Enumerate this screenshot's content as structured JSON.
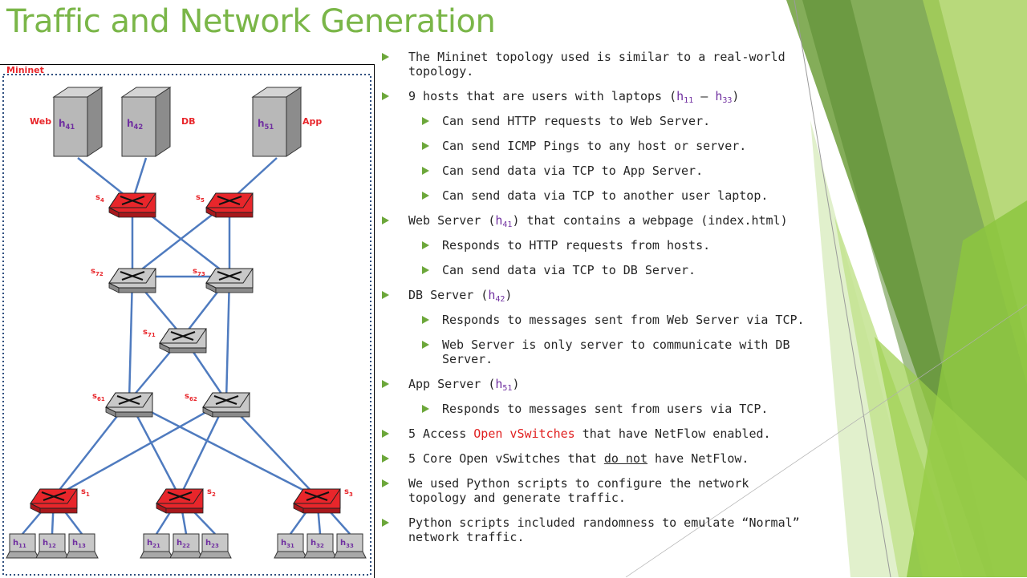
{
  "title": "Traffic and Network Generation",
  "diagram": {
    "frame_label": "Mininet",
    "servers": [
      {
        "id": "h41",
        "base": "h",
        "sub": "41",
        "role": "Web"
      },
      {
        "id": "h42",
        "base": "h",
        "sub": "42",
        "role": "DB"
      },
      {
        "id": "h51",
        "base": "h",
        "sub": "51",
        "role": "App"
      }
    ],
    "switches": [
      {
        "id": "s4",
        "sub": "4",
        "type": "access"
      },
      {
        "id": "s5",
        "sub": "5",
        "type": "access"
      },
      {
        "id": "s72",
        "sub": "72",
        "type": "core"
      },
      {
        "id": "s73",
        "sub": "73",
        "type": "core"
      },
      {
        "id": "s71",
        "sub": "71",
        "type": "core"
      },
      {
        "id": "s61",
        "sub": "61",
        "type": "core"
      },
      {
        "id": "s62",
        "sub": "62",
        "type": "core"
      },
      {
        "id": "s1",
        "sub": "1",
        "type": "access"
      },
      {
        "id": "s2",
        "sub": "2",
        "type": "access"
      },
      {
        "id": "s3",
        "sub": "3",
        "type": "access"
      }
    ],
    "hosts": [
      {
        "id": "h11",
        "sub": "11"
      },
      {
        "id": "h12",
        "sub": "12"
      },
      {
        "id": "h13",
        "sub": "13"
      },
      {
        "id": "h21",
        "sub": "21"
      },
      {
        "id": "h22",
        "sub": "22"
      },
      {
        "id": "h23",
        "sub": "23"
      },
      {
        "id": "h31",
        "sub": "31"
      },
      {
        "id": "h32",
        "sub": "32"
      },
      {
        "id": "h33",
        "sub": "33"
      }
    ],
    "links": [
      [
        "h41",
        "s4"
      ],
      [
        "h42",
        "s4"
      ],
      [
        "h51",
        "s5"
      ],
      [
        "s4",
        "s72"
      ],
      [
        "s4",
        "s73"
      ],
      [
        "s5",
        "s72"
      ],
      [
        "s5",
        "s73"
      ],
      [
        "s72",
        "s73"
      ],
      [
        "s72",
        "s71"
      ],
      [
        "s73",
        "s71"
      ],
      [
        "s72",
        "s61"
      ],
      [
        "s73",
        "s62"
      ],
      [
        "s71",
        "s61"
      ],
      [
        "s71",
        "s62"
      ],
      [
        "s61",
        "s1"
      ],
      [
        "s61",
        "s2"
      ],
      [
        "s61",
        "s3"
      ],
      [
        "s62",
        "s1"
      ],
      [
        "s62",
        "s2"
      ],
      [
        "s62",
        "s3"
      ],
      [
        "s1",
        "h11"
      ],
      [
        "s1",
        "h12"
      ],
      [
        "s1",
        "h13"
      ],
      [
        "s2",
        "h21"
      ],
      [
        "s2",
        "h22"
      ],
      [
        "s2",
        "h23"
      ],
      [
        "s3",
        "h31"
      ],
      [
        "s3",
        "h32"
      ],
      [
        "s3",
        "h33"
      ]
    ]
  },
  "colors": {
    "title": "#7ab648",
    "bullet": "#6ca73a",
    "link": "#4f7bbf",
    "access_switch": "#e8262b",
    "core_switch": "#c8c8c8",
    "label_red": "#e8262b",
    "label_purple": "#7030a0",
    "frame_dots": "#2f4f7f"
  },
  "bullets": [
    {
      "level": 1,
      "parts": [
        {
          "t": "The Mininet topology used is similar to a real-world topology."
        }
      ]
    },
    {
      "level": 1,
      "parts": [
        {
          "t": "9 hosts that are users with laptops ("
        },
        {
          "t": "h",
          "c": "pr"
        },
        {
          "t": "11",
          "c": "pr",
          "sub": true
        },
        {
          "t": " – "
        },
        {
          "t": "h",
          "c": "pr"
        },
        {
          "t": "33",
          "c": "pr",
          "sub": true
        },
        {
          "t": ")"
        }
      ]
    },
    {
      "level": 2,
      "parts": [
        {
          "t": "Can send HTTP requests to Web Server."
        }
      ]
    },
    {
      "level": 2,
      "parts": [
        {
          "t": "Can send ICMP Pings to any host or server."
        }
      ]
    },
    {
      "level": 2,
      "parts": [
        {
          "t": "Can send data via TCP to App Server."
        }
      ]
    },
    {
      "level": 2,
      "parts": [
        {
          "t": "Can send data via TCP to another user laptop."
        }
      ]
    },
    {
      "level": 1,
      "parts": [
        {
          "t": "Web Server ("
        },
        {
          "t": "h",
          "c": "pr"
        },
        {
          "t": "41",
          "c": "pr",
          "sub": true
        },
        {
          "t": ") that contains a webpage (index.html)"
        }
      ]
    },
    {
      "level": 2,
      "parts": [
        {
          "t": "Responds to HTTP requests from hosts."
        }
      ]
    },
    {
      "level": 2,
      "parts": [
        {
          "t": "Can send data via TCP to DB Server."
        }
      ]
    },
    {
      "level": 1,
      "parts": [
        {
          "t": "DB Server ("
        },
        {
          "t": "h",
          "c": "pr"
        },
        {
          "t": "42",
          "c": "pr",
          "sub": true
        },
        {
          "t": ")"
        }
      ]
    },
    {
      "level": 2,
      "parts": [
        {
          "t": "Responds to messages sent from Web Server via TCP."
        }
      ]
    },
    {
      "level": 2,
      "parts": [
        {
          "t": "Web Server is only server to communicate with DB Server."
        }
      ]
    },
    {
      "level": 1,
      "parts": [
        {
          "t": "App Server ("
        },
        {
          "t": "h",
          "c": "pr"
        },
        {
          "t": "51",
          "c": "pr",
          "sub": true
        },
        {
          "t": ")"
        }
      ]
    },
    {
      "level": 2,
      "parts": [
        {
          "t": "Responds to messages sent from users via TCP."
        }
      ]
    },
    {
      "level": 1,
      "parts": [
        {
          "t": "5 Access "
        },
        {
          "t": "Open vSwitches",
          "c": "rd"
        },
        {
          "t": " that have NetFlow enabled."
        }
      ]
    },
    {
      "level": 1,
      "parts": [
        {
          "t": "5 Core Open vSwitches that "
        },
        {
          "t": "do not",
          "c": "ul"
        },
        {
          "t": " have NetFlow."
        }
      ]
    },
    {
      "level": 1,
      "parts": [
        {
          "t": "We used Python scripts to configure the network topology and generate traffic."
        }
      ]
    },
    {
      "level": 1,
      "parts": [
        {
          "t": "Python scripts included randomness to emulate “Normal” network traffic."
        }
      ]
    }
  ]
}
